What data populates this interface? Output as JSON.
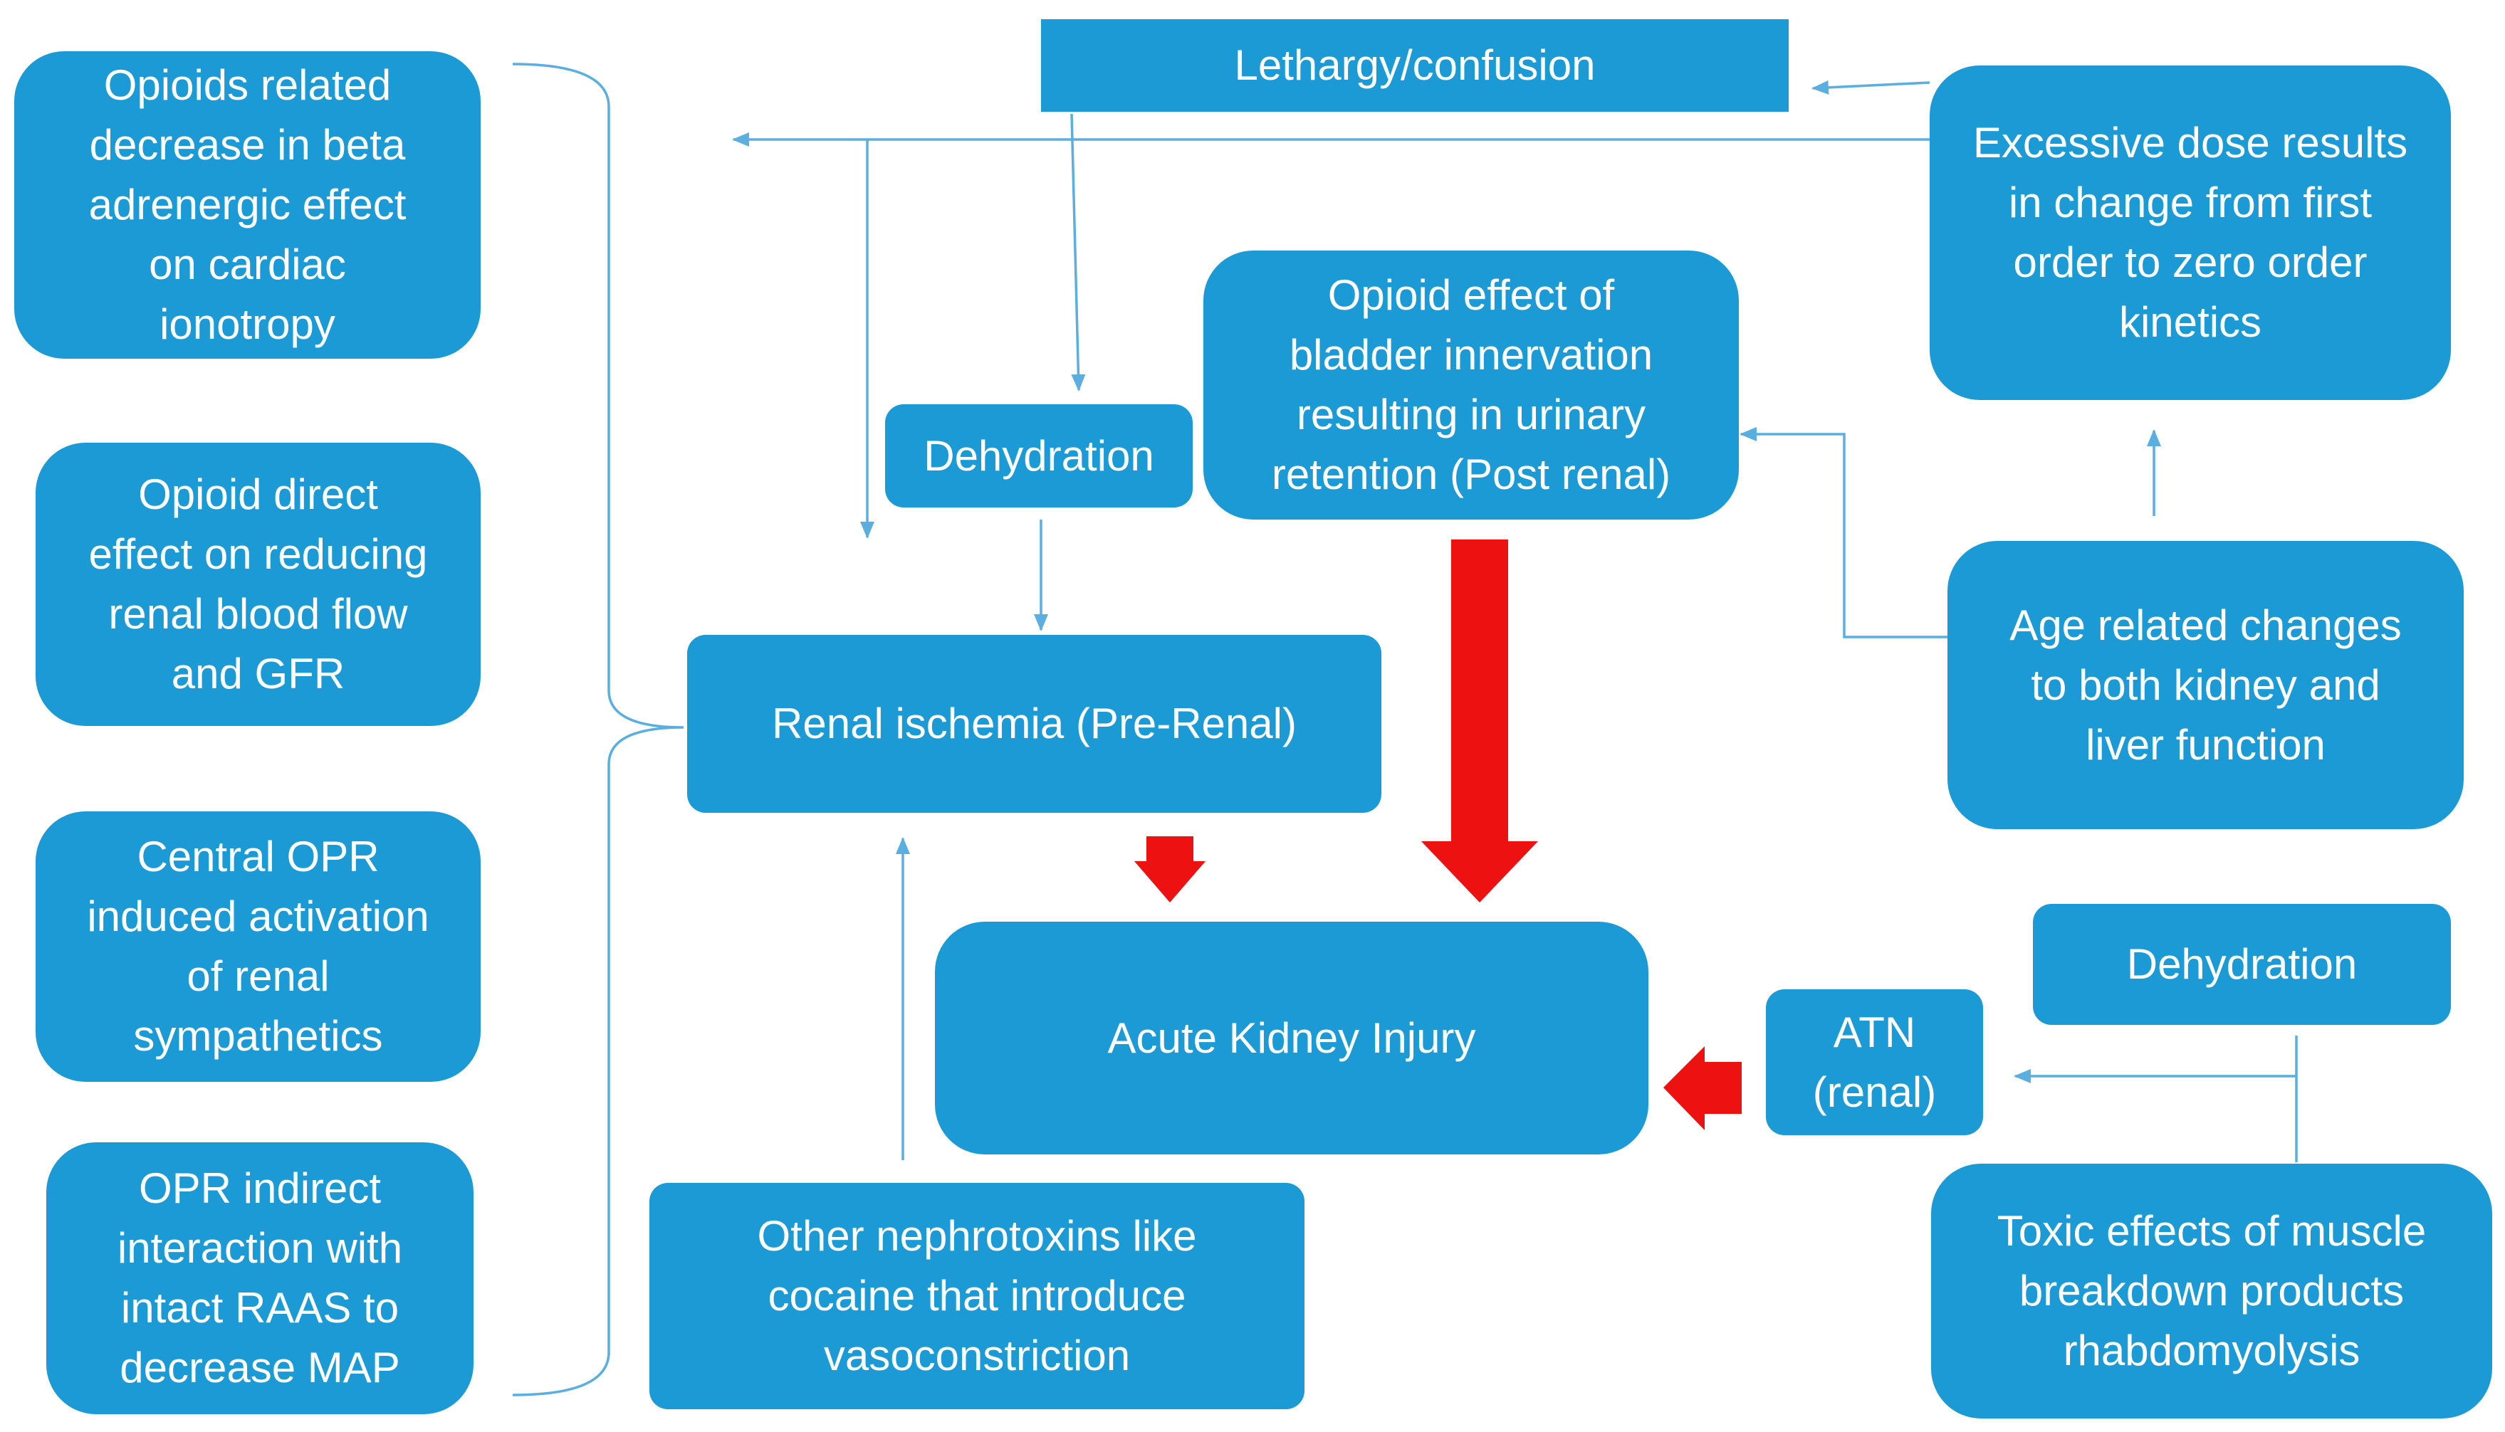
{
  "diagram": {
    "lethargy": "Lethargy/confusion",
    "excessive_dose": "Excessive dose results\nin change from first\norder to zero order\nkinetics",
    "beta_adrenergic": "Opioids related\ndecrease in beta\nadrenergic effect\non cardiac\nionotropy",
    "renal_blood_flow": "Opioid direct\neffect on reducing\nrenal blood flow\nand GFR",
    "central_opr": "Central OPR\ninduced activation\nof renal\nsympathetics",
    "raas": "OPR indirect\ninteraction with\nintact RAAS to\ndecrease MAP",
    "dehydration_top": "Dehydration",
    "bladder": "Opioid effect  of\nbladder innervation\nresulting in urinary\nretention (Post renal)",
    "renal_ischemia": "Renal ischemia (Pre-Renal)",
    "age_changes": "Age related changes\nto both kidney and\nliver function",
    "aki": "Acute Kidney Injury",
    "atn": "ATN\n(renal)",
    "dehydration_right": "Dehydration",
    "nephrotoxins": "Other nephrotoxins like\ncocaine that introduce\nvasoconstriction",
    "rhabdo": "Toxic effects of muscle\nbreakdown products\nrhabdomyolysis"
  },
  "colors": {
    "box_fill": "#1b9ad6",
    "box_text": "#ffffff",
    "connector": "#5aaee0",
    "major_arrow": "#ee1111"
  }
}
